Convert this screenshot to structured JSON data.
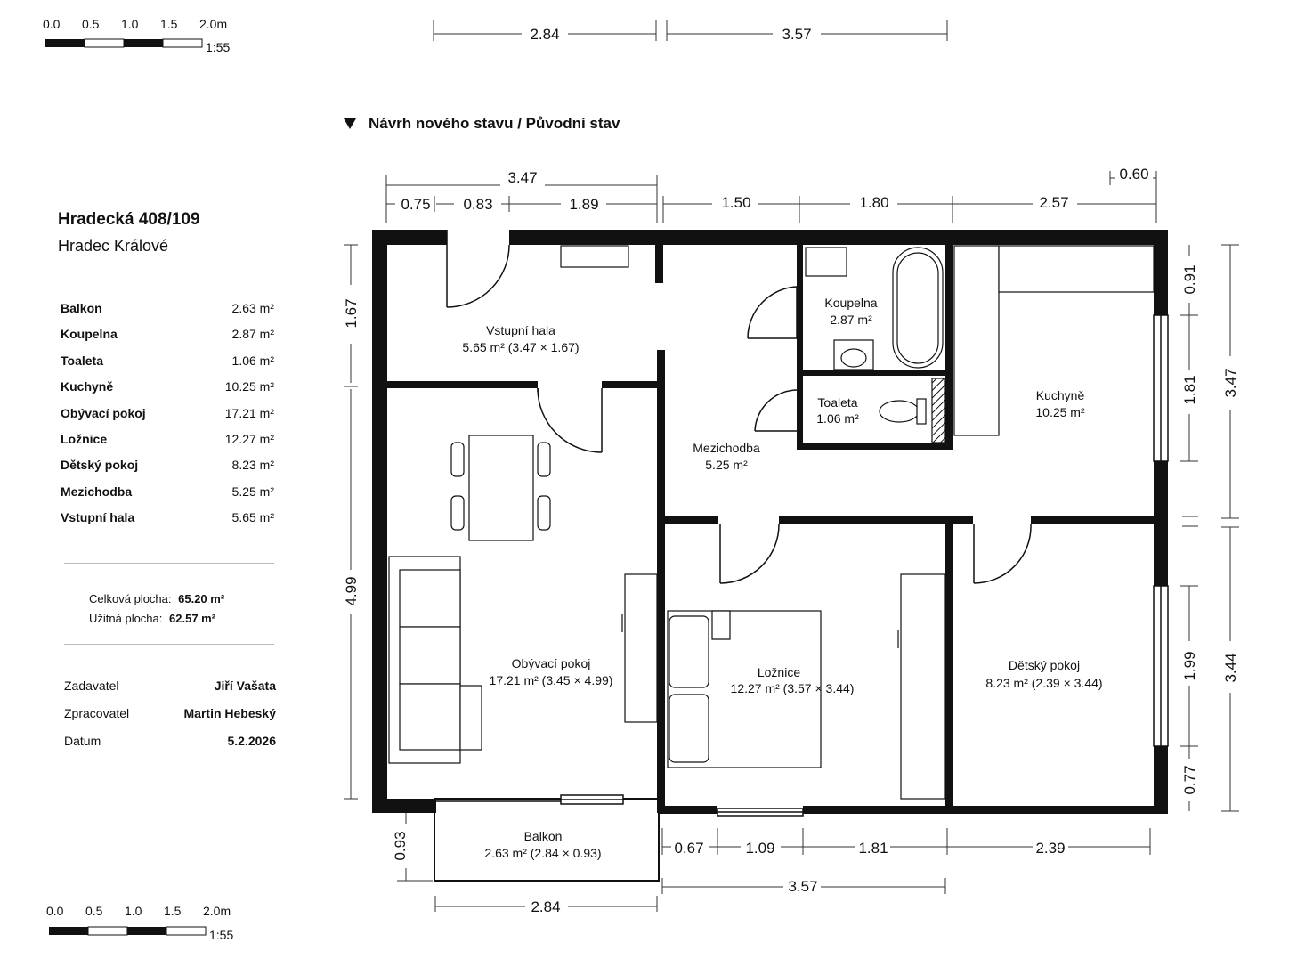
{
  "scale": {
    "ticks": [
      "0.0",
      "0.5",
      "1.0",
      "1.5",
      "2.0m"
    ],
    "ratio": "1:55"
  },
  "heading": "Návrh nového stavu / Původní stav",
  "address": {
    "street": "Hradecká 408/109",
    "city": "Hradec Králové"
  },
  "room_list": [
    {
      "name": "Balkon",
      "area": "2.63 m²"
    },
    {
      "name": "Koupelna",
      "area": "2.87 m²"
    },
    {
      "name": "Toaleta",
      "area": "1.06 m²"
    },
    {
      "name": "Kuchyně",
      "area": "10.25 m²"
    },
    {
      "name": "Obývací pokoj",
      "area": "17.21 m²"
    },
    {
      "name": "Ložnice",
      "area": "12.27 m²"
    },
    {
      "name": "Dětský pokoj",
      "area": "8.23 m²"
    },
    {
      "name": "Mezichodba",
      "area": "5.25 m²"
    },
    {
      "name": "Vstupní hala",
      "area": "5.65 m²"
    }
  ],
  "totals": {
    "total_label": "Celková plocha:",
    "total_value": "65.20 m²",
    "usable_label": "Užitná plocha:",
    "usable_value": "62.57 m²"
  },
  "meta": [
    {
      "label": "Zadavatel",
      "value": "Jiří Vašata"
    },
    {
      "label": "Zpracovatel",
      "value": "Martin Hebeský"
    },
    {
      "label": "Datum",
      "value": "5.2.2026"
    }
  ],
  "plan_rooms": [
    {
      "name": "Vstupní hala",
      "area": "5.65 m² (3.47 × 1.67)"
    },
    {
      "name": "Koupelna",
      "area": "2.87 m²"
    },
    {
      "name": "Toaleta",
      "area": "1.06 m²"
    },
    {
      "name": "Kuchyně",
      "area": "10.25 m²"
    },
    {
      "name": "Mezichodba",
      "area": "5.25 m²"
    },
    {
      "name": "Obývací pokoj",
      "area": "17.21 m² (3.45 × 4.99)"
    },
    {
      "name": "Ložnice",
      "area": "12.27 m² (3.57 × 3.44)"
    },
    {
      "name": "Dětský pokoj",
      "area": "8.23 m² (2.39 × 3.44)"
    },
    {
      "name": "Balkon",
      "area": "2.63 m² (2.84 × 0.93)"
    }
  ],
  "dimensions": {
    "top_outer": [
      "2.84",
      "3.57"
    ],
    "top_overall": "3.47",
    "top_small": "0.60",
    "top_row": [
      "0.75",
      "0.83",
      "1.89",
      "1.50",
      "1.80",
      "2.57"
    ],
    "left": [
      "1.67",
      "4.99",
      "0.93"
    ],
    "right_inner": [
      "0.91",
      "1.81",
      "1.99",
      "0.77"
    ],
    "right_outer": [
      "3.47",
      "3.44"
    ],
    "bottom_row": [
      "0.67",
      "1.09",
      "1.81",
      "2.39"
    ],
    "bottom_mid": "3.57",
    "bottom_balcony": "2.84"
  }
}
